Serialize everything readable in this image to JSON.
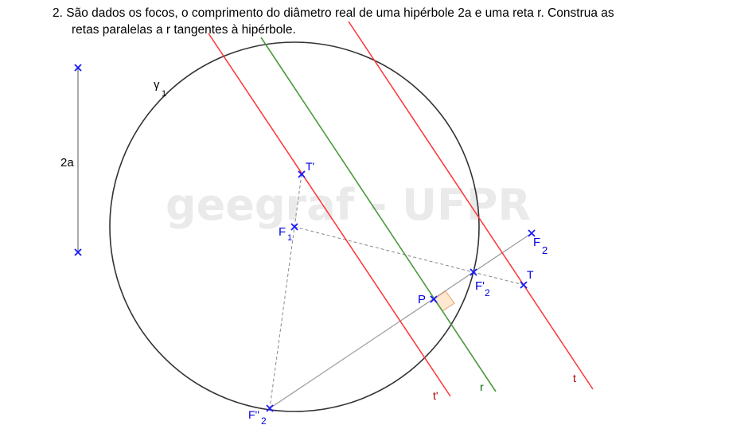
{
  "problem": {
    "line1": "2. São dados os focos, o comprimento do diâmetro real de uma hipérbole 2a e uma reta r. Construa as",
    "line2": "retas paralelas a r tangentes à hipérbole."
  },
  "watermark": "geegraf - UFPR",
  "labels": {
    "segment_2a": "2a",
    "circle": "γ",
    "circle_sub": "1",
    "T_prime": "T'",
    "F1": "F",
    "F1_sub": "1",
    "F2": "F",
    "F2_sub": "2",
    "F2_prime": "F'",
    "F2_prime_sub": "2",
    "F2_dprime": "F''",
    "F2_dprime_sub": "2",
    "T": "T",
    "P": "P",
    "line_t_prime": "t'",
    "line_r": "r",
    "line_t": "t"
  },
  "colors": {
    "tangent": "#ff3333",
    "given_line": "#4a9a3a",
    "point": "#1a1aff",
    "circle": "#333333",
    "construction": "#888888",
    "right_angle_fill": "#ffe8d0",
    "right_angle_stroke": "#e8a070",
    "label_dark_red": "#aa0000",
    "label_dark_green": "#006600",
    "label_blue": "#0000dd"
  },
  "icons": {
    "point_marker": "x-cross"
  }
}
